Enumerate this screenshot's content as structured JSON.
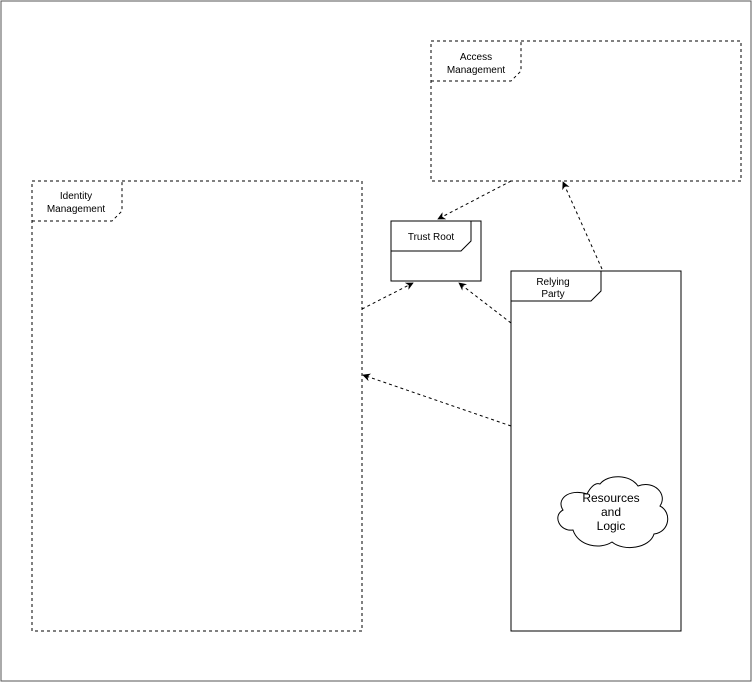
{
  "diagram": {
    "nodes": {
      "access_management": {
        "label_line1": "Access",
        "label_line2": "Management"
      },
      "identity_management": {
        "label_line1": "Identity",
        "label_line2": "Management"
      },
      "trust_root": {
        "label": "Trust Root"
      },
      "relying_party": {
        "label_line1": "Relying",
        "label_line2": "Party"
      },
      "resources_logic": {
        "label_line1": "Resources",
        "label_line2": "and",
        "label_line3": "Logic"
      }
    },
    "edges": [
      {
        "from": "access_management",
        "to": "trust_root",
        "style": "dashed"
      },
      {
        "from": "relying_party",
        "to": "access_management",
        "style": "dashed"
      },
      {
        "from": "identity_management",
        "to": "trust_root",
        "style": "dashed"
      },
      {
        "from": "relying_party",
        "to": "trust_root",
        "style": "dashed"
      },
      {
        "from": "relying_party",
        "to": "identity_management",
        "style": "dashed"
      }
    ]
  }
}
